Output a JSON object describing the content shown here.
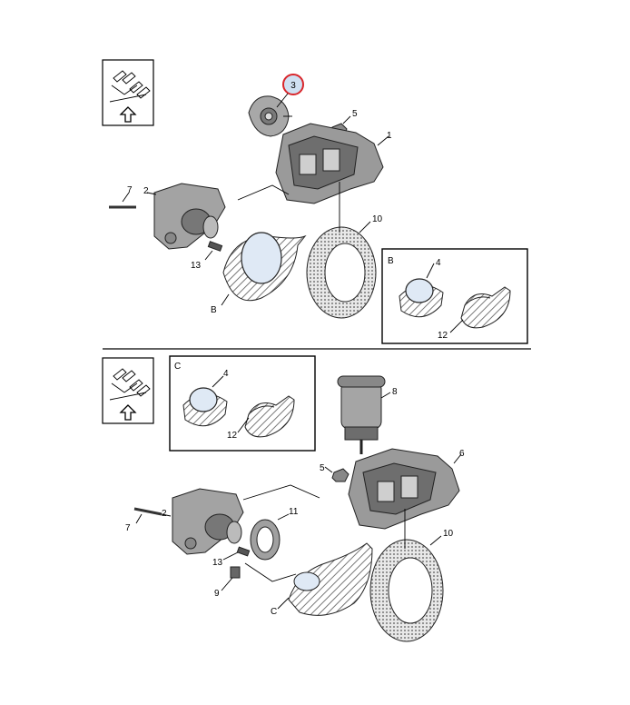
{
  "callouts_top": {
    "n3": "3",
    "n5": "5",
    "n1": "1",
    "n7": "7",
    "n2": "2",
    "n10": "10",
    "n13": "13",
    "nB": "B"
  },
  "inset_b": {
    "title": "B",
    "n4": "4",
    "n12": "12"
  },
  "inset_c": {
    "title": "C",
    "n4": "4",
    "n12": "12"
  },
  "callouts_bottom": {
    "n8": "8",
    "n6": "6",
    "n5": "5",
    "n2": "2",
    "n11": "11",
    "n7": "7",
    "n13": "13",
    "n9": "9",
    "nC": "C",
    "n10": "10"
  },
  "colors": {
    "highlight": "#d9262b",
    "highlight_fill": "#cfe0f2",
    "part_fill": "#9a9a9a",
    "dark_fill": "#444444"
  }
}
